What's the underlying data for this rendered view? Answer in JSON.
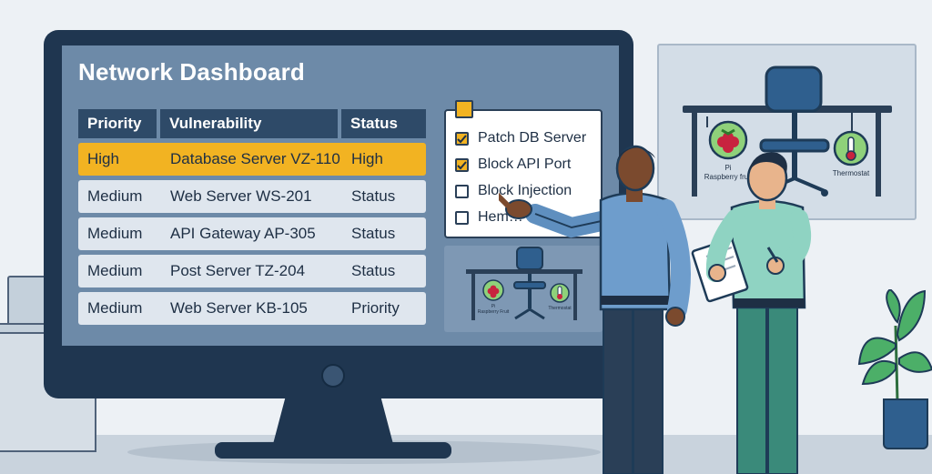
{
  "dashboard": {
    "title": "Network Dashboard",
    "columns": [
      "Priority",
      "Vulnerability",
      "Status"
    ],
    "rows": [
      {
        "priority": "High",
        "vulnerability": "Database Server VZ-110",
        "status": "High",
        "highlighted": true
      },
      {
        "priority": "Medium",
        "vulnerability": "Web Server WS-201",
        "status": "Status",
        "highlighted": false
      },
      {
        "priority": "Medium",
        "vulnerability": "API Gateway AP-305",
        "status": "Status",
        "highlighted": false
      },
      {
        "priority": "Medium",
        "vulnerability": "Post Server TZ-204",
        "status": "Status",
        "highlighted": false
      },
      {
        "priority": "Medium",
        "vulnerability": "Web Server KB-105",
        "status": "Priority",
        "highlighted": false
      }
    ]
  },
  "checklist": {
    "items": [
      {
        "label": "Patch DB Server",
        "checked": true
      },
      {
        "label": "Block API Port",
        "checked": true
      },
      {
        "label": "Block Injection",
        "checked": false
      },
      {
        "label": "Hem…",
        "checked": false
      }
    ]
  },
  "screen_scene": {
    "left_label": "Pi\nRaspberry Fruit",
    "right_label": "Thermostat"
  },
  "wall_scene": {
    "left_label": "Pi\nRaspberry fruit",
    "right_label": "Thermostat"
  },
  "colors": {
    "monitor_frame": "#1f3650",
    "screen": "#6d8aa8",
    "table_header": "#2e4a68",
    "highlight": "#f2b322",
    "row": "#dfe6ee"
  },
  "icons": [
    "raspberry-pi-icon",
    "thermostat-icon",
    "checkmark-icon",
    "office-chair-icon",
    "plant-icon",
    "clipboard-icon"
  ]
}
